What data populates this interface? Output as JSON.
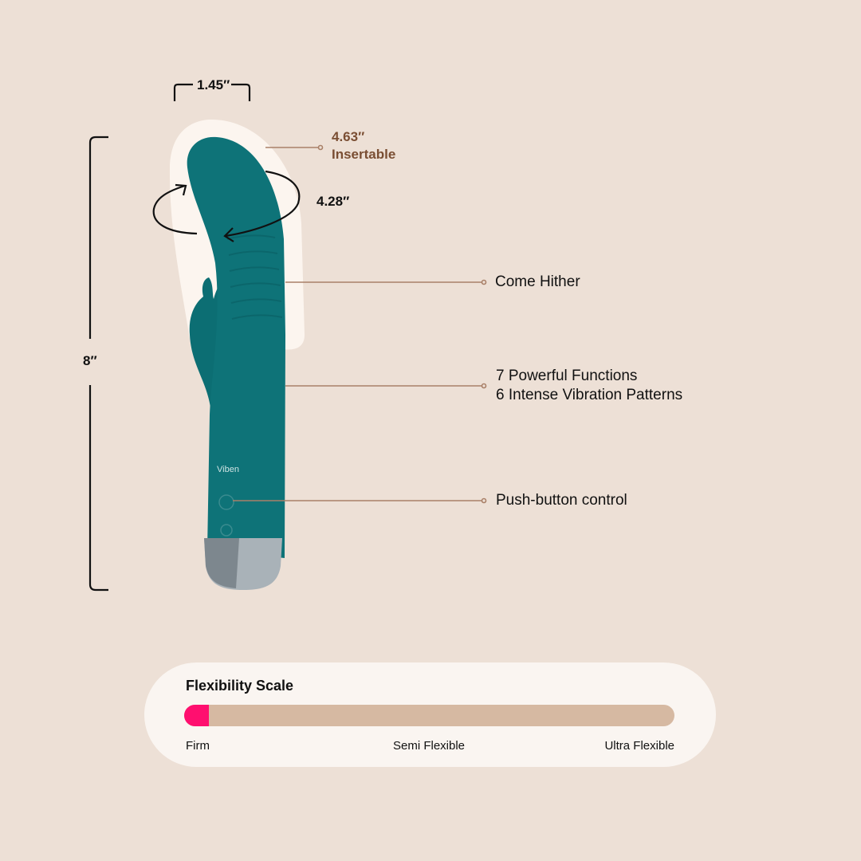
{
  "dimensions": {
    "width": "1.45″",
    "length": "8″",
    "circumference": "4.28″",
    "insertable_length": "4.63″",
    "insertable_label": "Insertable"
  },
  "callouts": {
    "come_hither": "Come Hither",
    "functions": "7 Powerful Functions",
    "patterns": "6 Intense Vibration Patterns",
    "control": "Push-button control"
  },
  "product": {
    "brand": "Viben",
    "color": "#0e7378"
  },
  "flexibility": {
    "title": "Flexibility Scale",
    "value_percent": 5,
    "labels": [
      "Firm",
      "Semi Flexible",
      "Ultra Flexible"
    ],
    "fill_color": "#ff0f6f",
    "track_color": "#d6b9a2"
  }
}
